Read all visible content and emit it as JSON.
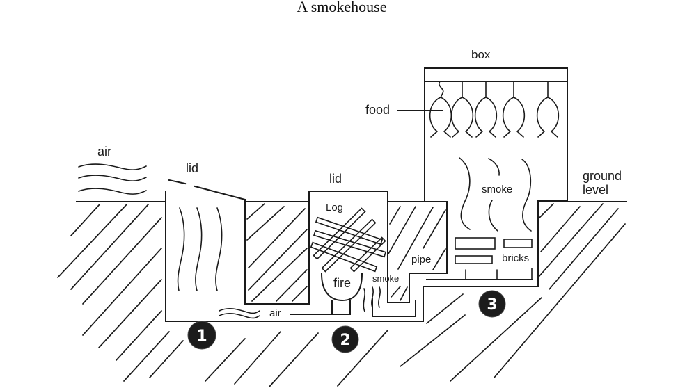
{
  "title": "A smokehouse",
  "labels": {
    "air_outside": "air",
    "lid_pit": "lid",
    "lid_firebox": "lid",
    "log": "Log",
    "fire": "fire",
    "smoke_pipe": "smoke",
    "air_inlet": "air",
    "pipe": "pipe",
    "box": "box",
    "food": "food",
    "smoke_box": "smoke",
    "bricks": "bricks",
    "ground_level": [
      "ground",
      "level"
    ]
  },
  "markers": [
    "1",
    "2",
    "3"
  ]
}
